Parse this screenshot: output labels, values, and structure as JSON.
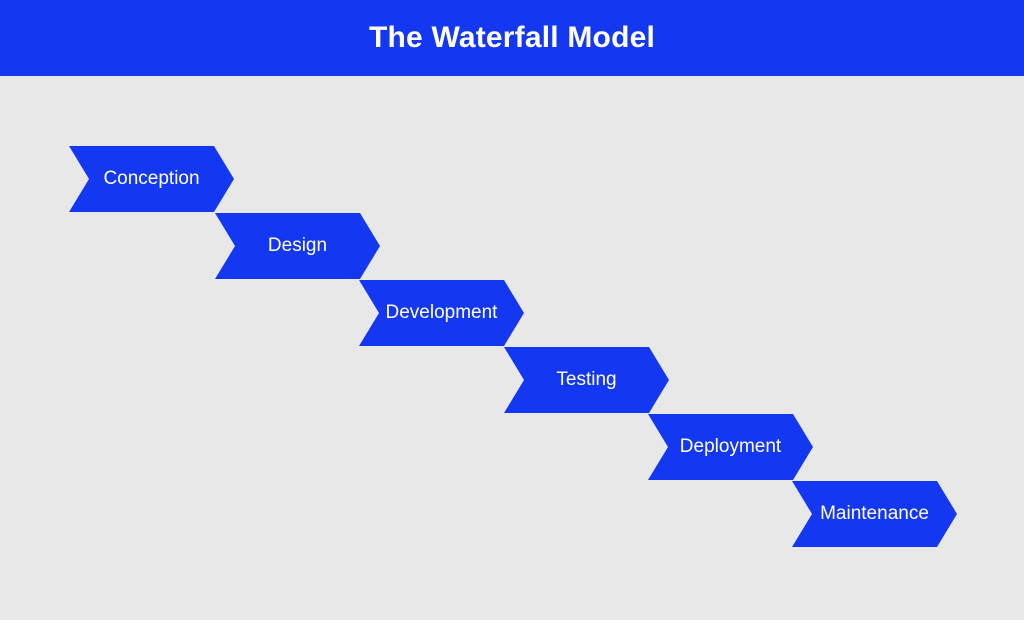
{
  "header": {
    "title": "The Waterfall Model"
  },
  "diagram": {
    "steps": [
      {
        "label": "Conception"
      },
      {
        "label": "Design"
      },
      {
        "label": "Development"
      },
      {
        "label": "Testing"
      },
      {
        "label": "Deployment"
      },
      {
        "label": "Maintenance"
      }
    ]
  },
  "colors": {
    "accent": "#1437f2",
    "background": "#e8e8e8",
    "text_on_accent": "#ffffff"
  }
}
